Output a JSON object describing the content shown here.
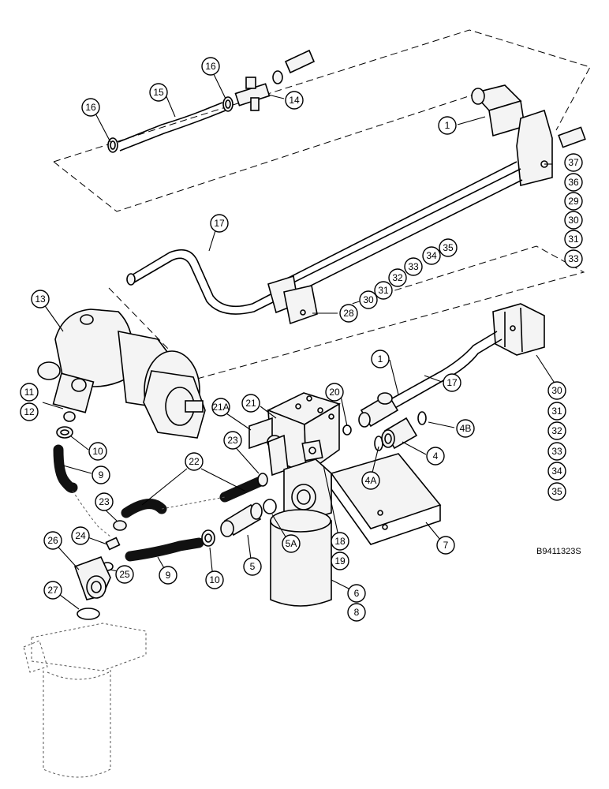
{
  "reference_code": "B9411323S",
  "callouts": [
    {
      "id": "c1a",
      "label": "1"
    },
    {
      "id": "c14",
      "label": "14"
    },
    {
      "id": "c15",
      "label": "15"
    },
    {
      "id": "c16a",
      "label": "16"
    },
    {
      "id": "c16b",
      "label": "16"
    },
    {
      "id": "c37",
      "label": "37"
    },
    {
      "id": "c36",
      "label": "36"
    },
    {
      "id": "c29",
      "label": "29"
    },
    {
      "id": "c30a",
      "label": "30"
    },
    {
      "id": "c31a",
      "label": "31"
    },
    {
      "id": "c33a",
      "label": "33"
    },
    {
      "id": "c17a",
      "label": "17"
    },
    {
      "id": "c28",
      "label": "28"
    },
    {
      "id": "c30b",
      "label": "30"
    },
    {
      "id": "c31b",
      "label": "31"
    },
    {
      "id": "c32a",
      "label": "32"
    },
    {
      "id": "c33b",
      "label": "33"
    },
    {
      "id": "c34a",
      "label": "34"
    },
    {
      "id": "c35a",
      "label": "35"
    },
    {
      "id": "c13",
      "label": "13"
    },
    {
      "id": "c11",
      "label": "11"
    },
    {
      "id": "c12",
      "label": "12"
    },
    {
      "id": "c10a",
      "label": "10"
    },
    {
      "id": "c9a",
      "label": "9"
    },
    {
      "id": "c1b",
      "label": "1"
    },
    {
      "id": "c17b",
      "label": "17"
    },
    {
      "id": "c21",
      "label": "21"
    },
    {
      "id": "c21A",
      "label": "21A"
    },
    {
      "id": "c20",
      "label": "20"
    },
    {
      "id": "c4B",
      "label": "4B"
    },
    {
      "id": "c4",
      "label": "4"
    },
    {
      "id": "c4A",
      "label": "4A"
    },
    {
      "id": "c22",
      "label": "22"
    },
    {
      "id": "c23a",
      "label": "23"
    },
    {
      "id": "c23b",
      "label": "23"
    },
    {
      "id": "c24",
      "label": "24"
    },
    {
      "id": "c26",
      "label": "26"
    },
    {
      "id": "c25",
      "label": "25"
    },
    {
      "id": "c27",
      "label": "27"
    },
    {
      "id": "c9b",
      "label": "9"
    },
    {
      "id": "c10b",
      "label": "10"
    },
    {
      "id": "c5",
      "label": "5"
    },
    {
      "id": "c5A",
      "label": "5A"
    },
    {
      "id": "c18",
      "label": "18"
    },
    {
      "id": "c19",
      "label": "19"
    },
    {
      "id": "c6",
      "label": "6"
    },
    {
      "id": "c8",
      "label": "8"
    },
    {
      "id": "c7",
      "label": "7"
    },
    {
      "id": "c30c",
      "label": "30"
    },
    {
      "id": "c31c",
      "label": "31"
    },
    {
      "id": "c32b",
      "label": "32"
    },
    {
      "id": "c33c",
      "label": "33"
    },
    {
      "id": "c34b",
      "label": "34"
    },
    {
      "id": "c35b",
      "label": "35"
    }
  ]
}
